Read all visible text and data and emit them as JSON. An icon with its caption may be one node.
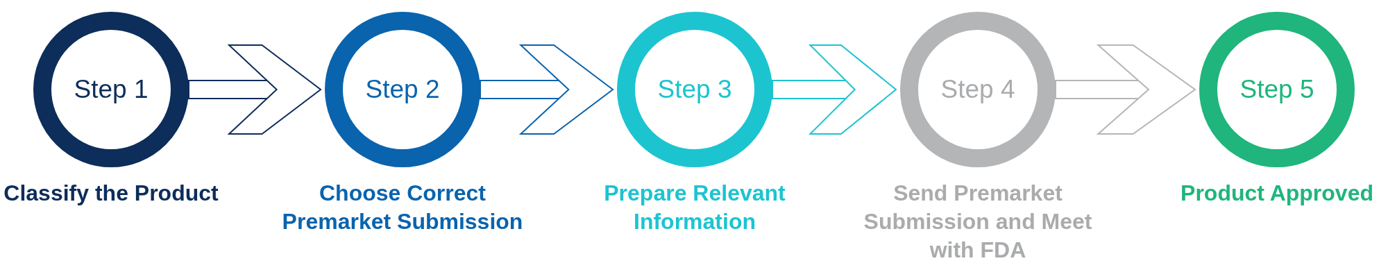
{
  "diagram": {
    "nodes": [
      {
        "text": [
          "Step 1"
        ],
        "beside": [
          "Classify the Product"
        ]
      },
      {
        "text": [
          "Step 2"
        ],
        "beside": [
          "Choose Correct Premarket Submission"
        ]
      },
      {
        "text": [
          "Step 3"
        ],
        "beside": [
          "Prepare Relevant Information"
        ]
      },
      {
        "text": [
          "Step 4"
        ],
        "beside": [
          "Send Premarket Submission and Meet with FDA"
        ]
      },
      {
        "text": [
          "Step 5"
        ],
        "beside": [
          "Product Approved"
        ]
      }
    ],
    "edges": [
      {
        "from": 0,
        "to": 1,
        "arrow": "to",
        "color": "#0d2d5a"
      },
      {
        "from": 1,
        "to": 2,
        "arrow": "to",
        "color": "#0a63ad"
      },
      {
        "from": 2,
        "to": 3,
        "arrow": "to",
        "color": "#1cc4cf"
      },
      {
        "from": 3,
        "to": 4,
        "arrow": "to",
        "color": "#b3b5b7"
      }
    ]
  }
}
